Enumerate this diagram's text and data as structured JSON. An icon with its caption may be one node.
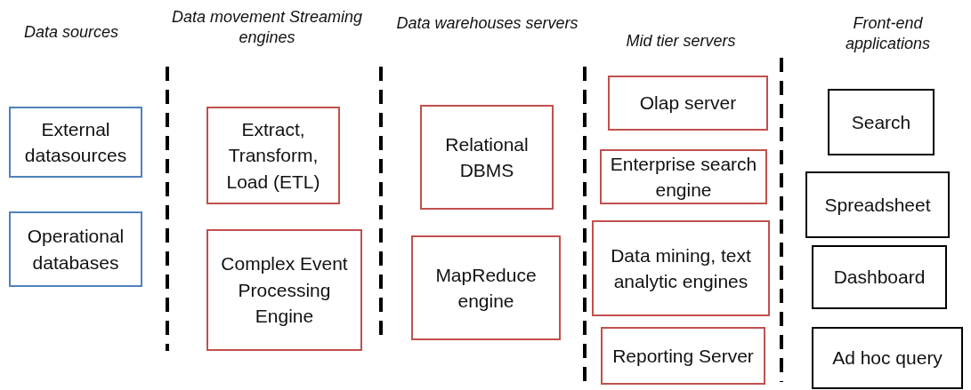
{
  "diagram": {
    "nodes": [
      {
        "text": [
          "External datasources"
        ]
      },
      {
        "text": [
          "Operational databases"
        ]
      },
      {
        "text": [
          "Extract, Transform, Load (ETL)"
        ]
      },
      {
        "text": [
          "Complex Event Processing Engine"
        ]
      },
      {
        "text": [
          "Relational DBMS"
        ]
      },
      {
        "text": [
          "MapReduce engine"
        ]
      },
      {
        "text": [
          "Olap server"
        ]
      },
      {
        "text": [
          "Enterprise search engine"
        ]
      },
      {
        "text": [
          "Data mining, text analytic engines"
        ]
      },
      {
        "text": [
          "Reporting Server"
        ]
      },
      {
        "text": [
          "Search"
        ]
      },
      {
        "text": [
          "Spreadsheet"
        ]
      },
      {
        "text": [
          "Dashboard"
        ]
      },
      {
        "text": [
          "Ad hoc query"
        ]
      }
    ],
    "edges": [],
    "labels": [
      "Data sources",
      "Data movement Streaming engines",
      "Data warehouses servers",
      "Mid tier servers",
      "Front-end applications"
    ]
  }
}
